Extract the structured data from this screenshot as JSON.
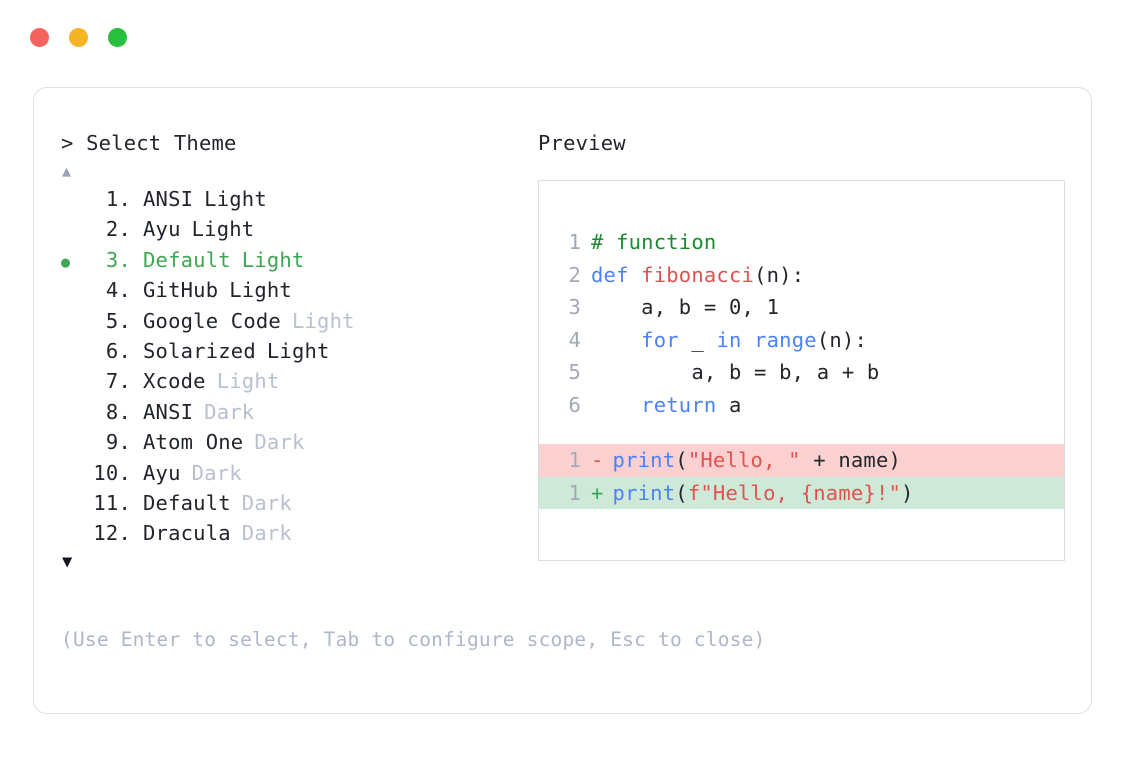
{
  "window": {
    "traffic_lights": [
      {
        "name": "close",
        "color": "#f5645c"
      },
      {
        "name": "minimize",
        "color": "#f5b425"
      },
      {
        "name": "maximize",
        "color": "#27bf3d"
      }
    ]
  },
  "selector": {
    "prompt_symbol": ">",
    "prompt_label": "Select Theme",
    "scroll_up_glyph": "▲",
    "scroll_down_glyph": "▼",
    "selected_index": 3,
    "selected_marker_glyph": "●",
    "selected_color": "#3fa654",
    "items": [
      {
        "number": "1.",
        "name": "ANSI",
        "suffix": "Light",
        "suffix_dim": false,
        "selected": false
      },
      {
        "number": "2.",
        "name": "Ayu",
        "suffix": "Light",
        "suffix_dim": false,
        "selected": false
      },
      {
        "number": "3.",
        "name": "Default",
        "suffix": "Light",
        "suffix_dim": false,
        "selected": true
      },
      {
        "number": "4.",
        "name": "GitHub",
        "suffix": "Light",
        "suffix_dim": false,
        "selected": false
      },
      {
        "number": "5.",
        "name": "Google Code",
        "suffix": "Light",
        "suffix_dim": true,
        "selected": false
      },
      {
        "number": "6.",
        "name": "Solarized",
        "suffix": "Light",
        "suffix_dim": false,
        "selected": false
      },
      {
        "number": "7.",
        "name": "Xcode",
        "suffix": "Light",
        "suffix_dim": true,
        "selected": false
      },
      {
        "number": "8.",
        "name": "ANSI",
        "suffix": "Dark",
        "suffix_dim": true,
        "selected": false
      },
      {
        "number": "9.",
        "name": "Atom One",
        "suffix": "Dark",
        "suffix_dim": true,
        "selected": false
      },
      {
        "number": "10.",
        "name": "Ayu",
        "suffix": "Dark",
        "suffix_dim": true,
        "selected": false
      },
      {
        "number": "11.",
        "name": "Default",
        "suffix": "Dark",
        "suffix_dim": true,
        "selected": false
      },
      {
        "number": "12.",
        "name": "Dracula",
        "suffix": "Dark",
        "suffix_dim": true,
        "selected": false
      }
    ],
    "help_text": "(Use Enter to select, Tab to configure scope, Esc to close)"
  },
  "preview": {
    "label": "Preview",
    "code_lines": [
      {
        "number": "1",
        "tokens": [
          {
            "t": "# function",
            "c": "comment"
          }
        ]
      },
      {
        "number": "2",
        "tokens": [
          {
            "t": "def ",
            "c": "keyword"
          },
          {
            "t": "fibonacci",
            "c": "func"
          },
          {
            "t": "(n):",
            "c": "punct"
          }
        ]
      },
      {
        "number": "3",
        "tokens": [
          {
            "t": "    a, b = ",
            "c": "plain"
          },
          {
            "t": "0",
            "c": "number"
          },
          {
            "t": ", ",
            "c": "plain"
          },
          {
            "t": "1",
            "c": "number"
          }
        ]
      },
      {
        "number": "4",
        "tokens": [
          {
            "t": "    ",
            "c": "plain"
          },
          {
            "t": "for",
            "c": "keyword"
          },
          {
            "t": " _ ",
            "c": "plain"
          },
          {
            "t": "in",
            "c": "keyword"
          },
          {
            "t": " ",
            "c": "plain"
          },
          {
            "t": "range",
            "c": "builtin"
          },
          {
            "t": "(n):",
            "c": "punct"
          }
        ]
      },
      {
        "number": "5",
        "tokens": [
          {
            "t": "        a, b = b, a + b",
            "c": "plain"
          }
        ]
      },
      {
        "number": "6",
        "tokens": [
          {
            "t": "    ",
            "c": "plain"
          },
          {
            "t": "return",
            "c": "keyword"
          },
          {
            "t": " a",
            "c": "plain"
          }
        ]
      }
    ],
    "diff_lines": [
      {
        "number": "1",
        "sign": "-",
        "kind": "del",
        "background": "#fbd0d0",
        "tokens": [
          {
            "t": "print",
            "c": "builtin"
          },
          {
            "t": "(",
            "c": "punct"
          },
          {
            "t": "\"Hello, \"",
            "c": "string"
          },
          {
            "t": " + name)",
            "c": "plain"
          }
        ]
      },
      {
        "number": "1",
        "sign": "+",
        "kind": "add",
        "background": "#cee9d7",
        "tokens": [
          {
            "t": "print",
            "c": "builtin"
          },
          {
            "t": "(",
            "c": "punct"
          },
          {
            "t": "f\"Hello, {name}!\"",
            "c": "string"
          },
          {
            "t": ")",
            "c": "punct"
          }
        ]
      }
    ]
  }
}
